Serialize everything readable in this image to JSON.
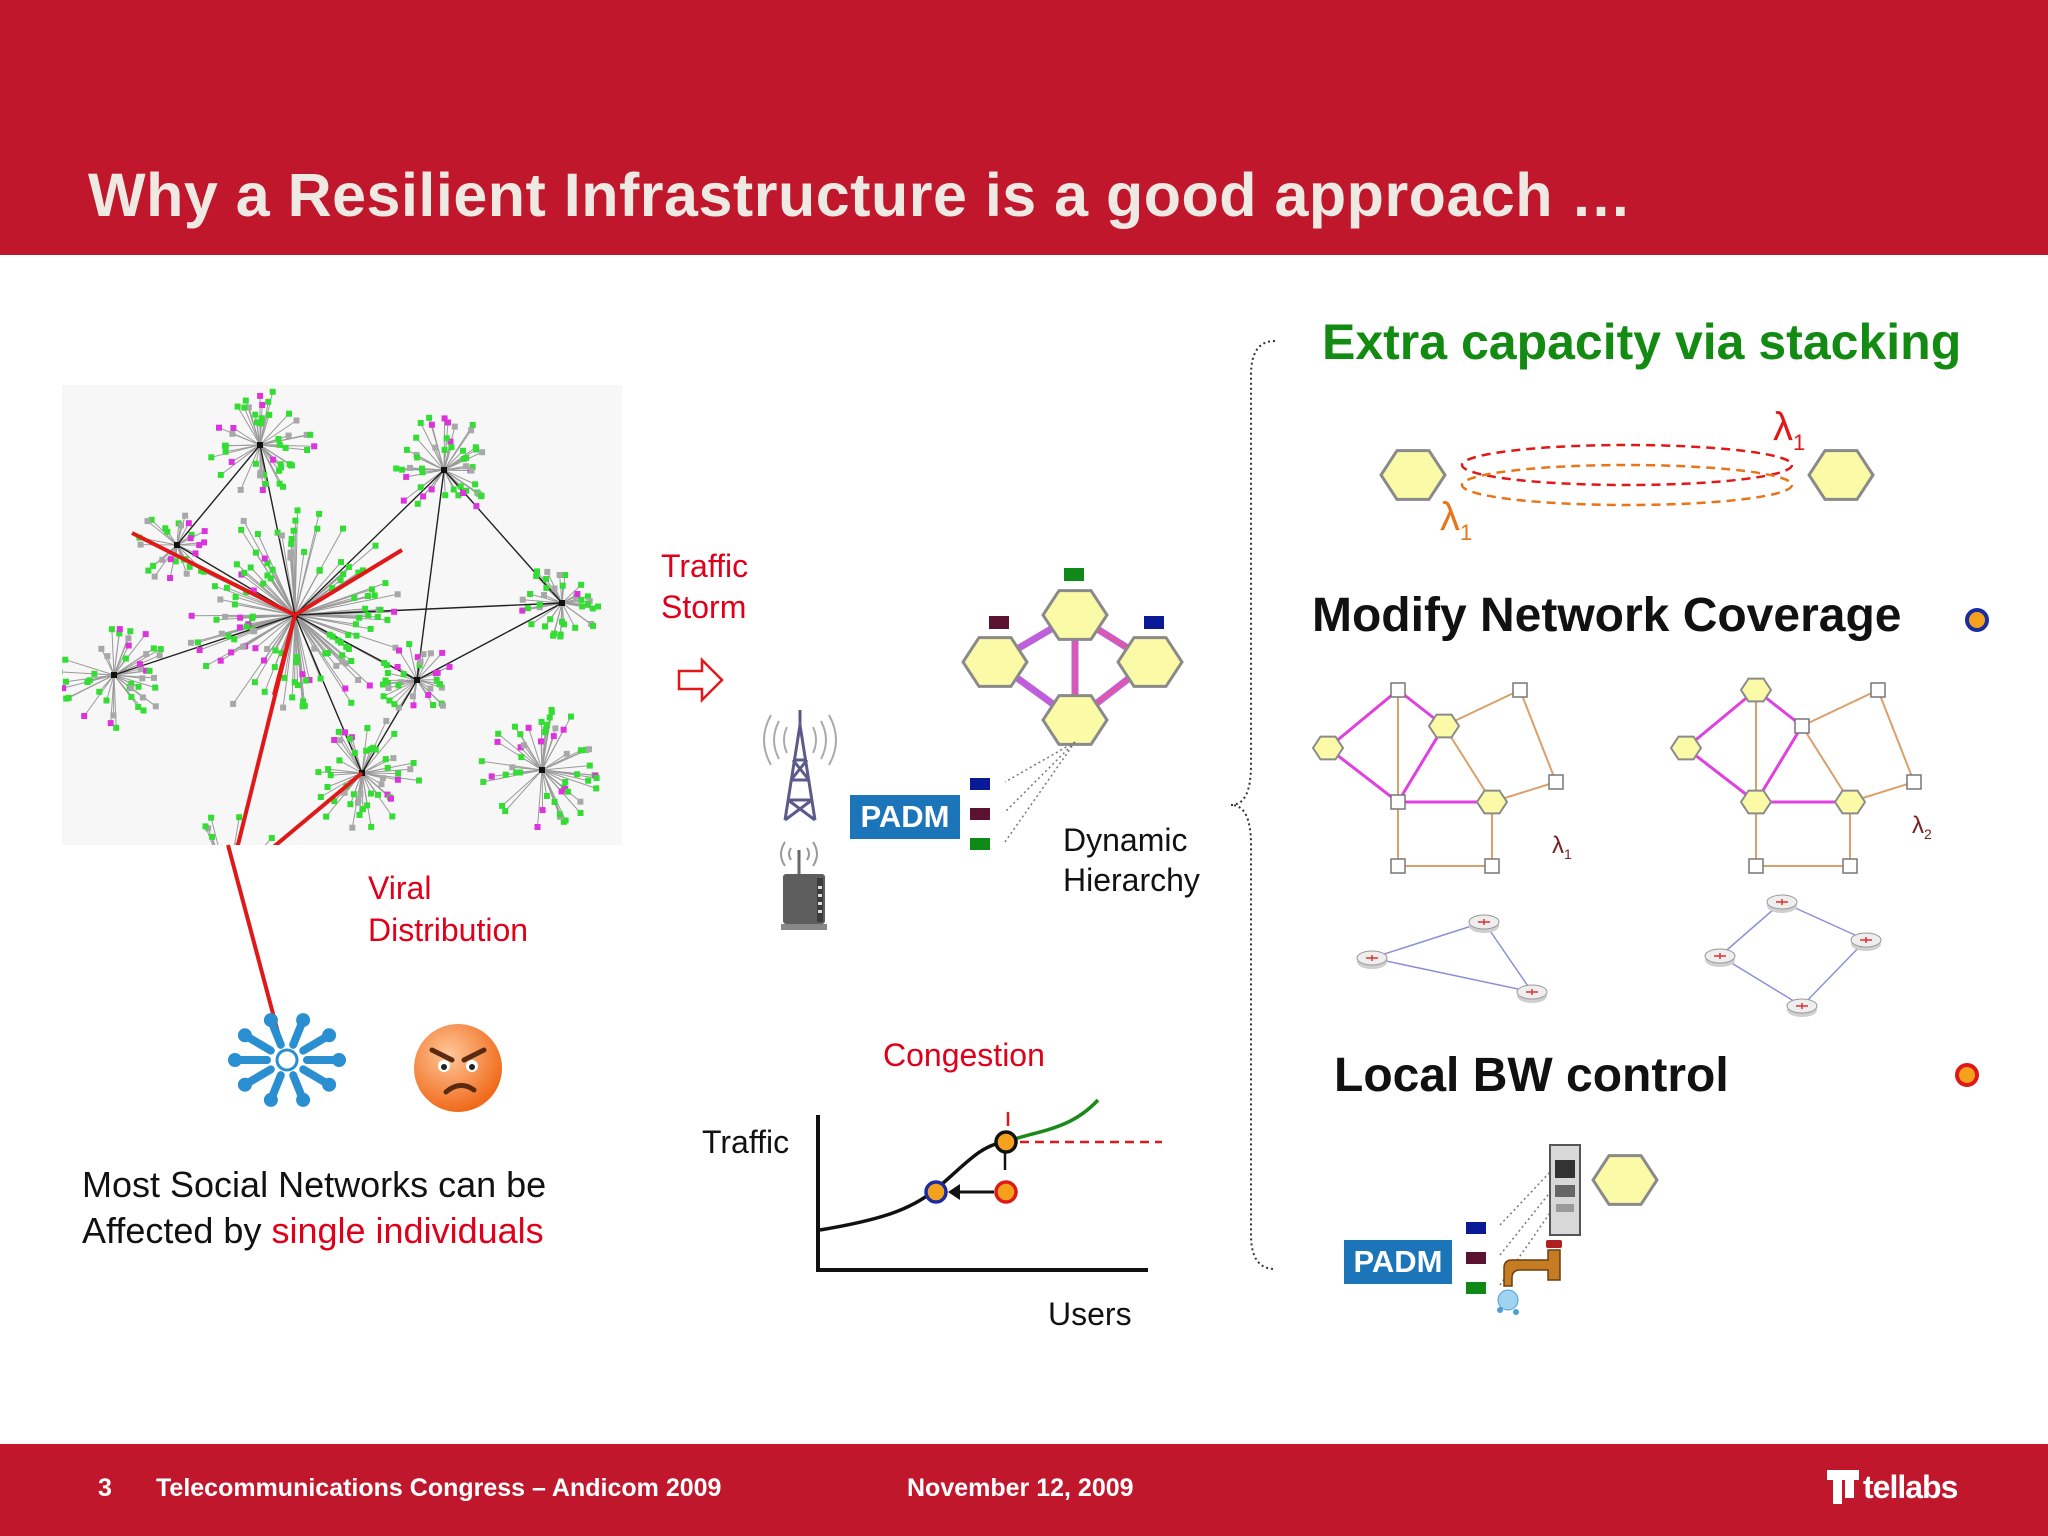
{
  "slide": {
    "title": "Why a Resilient Infrastructure is a good approach …",
    "colors": {
      "brand_red": "#c1172c",
      "text_red": "#e0001a",
      "green": "#138a12",
      "title_text": "#eeeae3"
    }
  },
  "left": {
    "viral_line1": "Viral",
    "viral_line2": "Distribution",
    "caption_line1": "Most Social Networks can be",
    "caption_line2_prefix": "Affected by ",
    "caption_line2_highlight": "single individuals",
    "icons": [
      "social-network-graph",
      "people-group-icon",
      "angry-face-icon"
    ]
  },
  "middle": {
    "storm_line1": "Traffic",
    "storm_line2": "Storm",
    "padm_label": "PADM",
    "hierarchy_line1": "Dynamic",
    "hierarchy_line2": "Hierarchy",
    "icons": [
      "arrow-right-icon",
      "radio-tower-icon",
      "wifi-router-icon"
    ]
  },
  "chart": {
    "congestion_label": "Congestion",
    "ylabel": "Traffic",
    "xlabel": "Users"
  },
  "right": {
    "stacking_heading": "Extra capacity via stacking",
    "lambda_symbol": "λ",
    "lambda_sub_1": "1",
    "lambda_sub_2": "2",
    "coverage_heading": "Modify Network Coverage",
    "bw_heading": "Local BW control",
    "padm_label": "PADM",
    "icons": [
      "hexagon-node-icon",
      "router-icon",
      "line-card-icon",
      "water-tap-icon"
    ]
  },
  "footer": {
    "page_number": "3",
    "event": "Telecommunications Congress – Andicom 2009",
    "date": "November 12, 2009",
    "logo_text": "tellabs"
  }
}
